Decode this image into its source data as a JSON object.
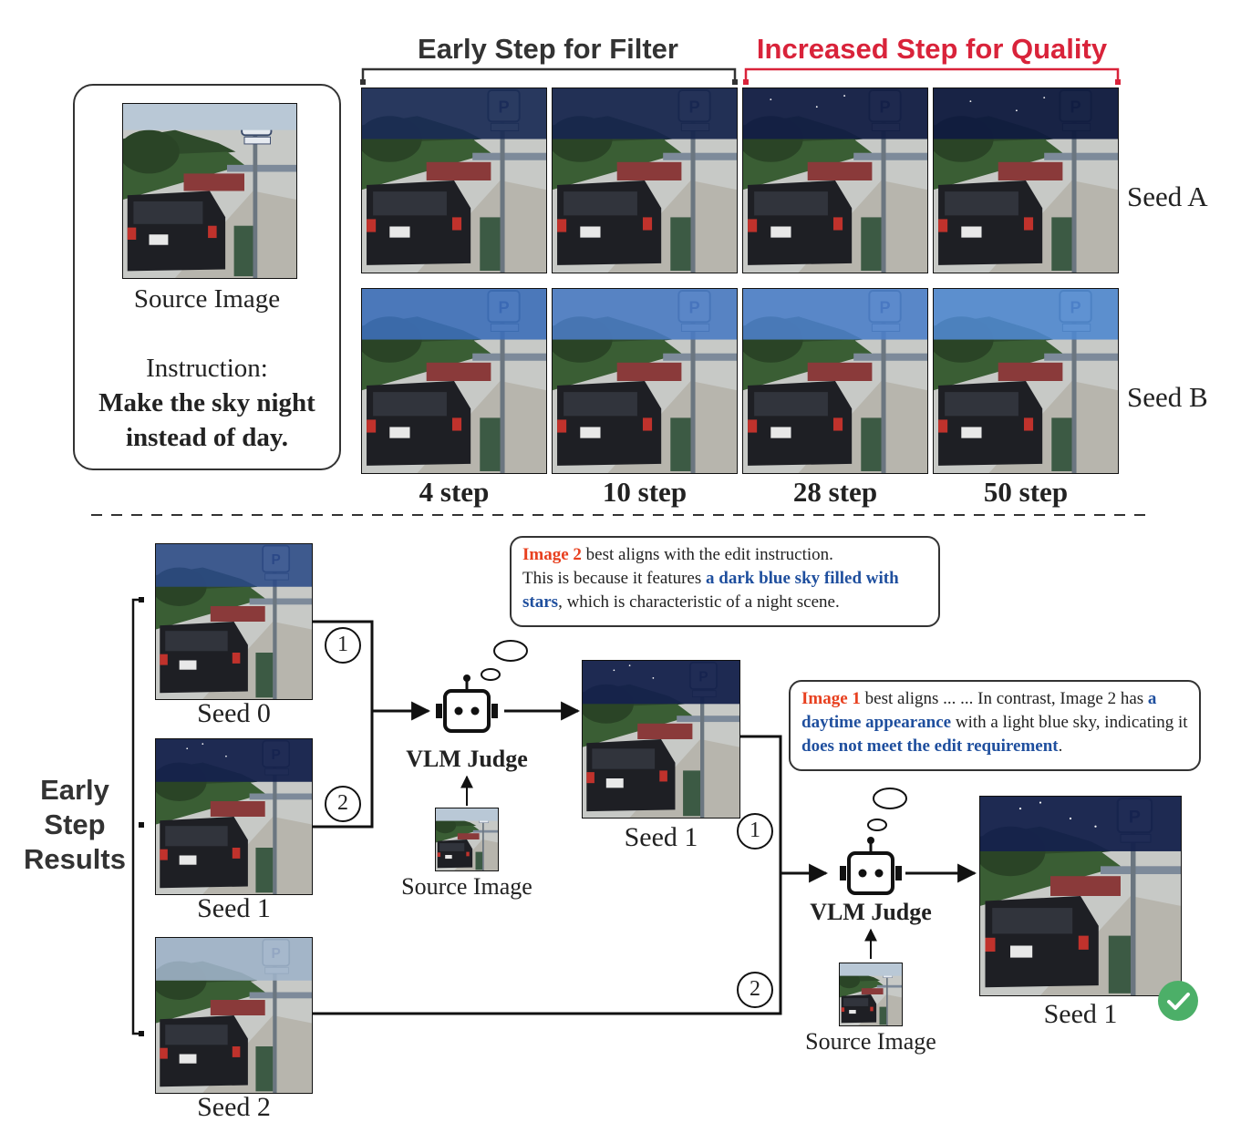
{
  "top": {
    "header_filter": "Early Step for Filter",
    "header_quality": "Increased Step for Quality",
    "source_caption": "Source Image",
    "instruction_label": "Instruction:",
    "instruction_line1": "Make the sky night",
    "instruction_line2": "instead of day.",
    "rows": [
      "Seed A",
      "Seed B"
    ],
    "steps": [
      "4 step",
      "10 step",
      "28 step",
      "50 step"
    ]
  },
  "bottom": {
    "left_label": [
      "Early",
      "Step",
      "Results"
    ],
    "seeds": [
      "Seed 0",
      "Seed 1",
      "Seed 2"
    ],
    "judge_label": "VLM Judge",
    "source_caption": "Source Image",
    "winner1_caption": "Seed 1",
    "final_caption": "Seed 1",
    "pair_numbers": [
      "1",
      "2"
    ],
    "bubble1": {
      "lead": "Image 2",
      "t1": " best aligns with the edit instruction.",
      "t2": "This is because it features ",
      "h1": "a dark blue sky filled with stars",
      "t3": ", which is characteristic of a night scene."
    },
    "bubble2": {
      "lead": "Image 1",
      "t1": " best aligns ... ... In contrast, Image 2 has ",
      "h1": "a daytime appearance",
      "t2": " with a light blue sky, indicating it ",
      "h2": "does not meet the edit requirement",
      "t3": "."
    }
  },
  "colors": {
    "quality_red": "#d9233a",
    "highlight_red": "#e8401f",
    "highlight_blue": "#1f4f9e",
    "check_green": "#4caf68"
  }
}
